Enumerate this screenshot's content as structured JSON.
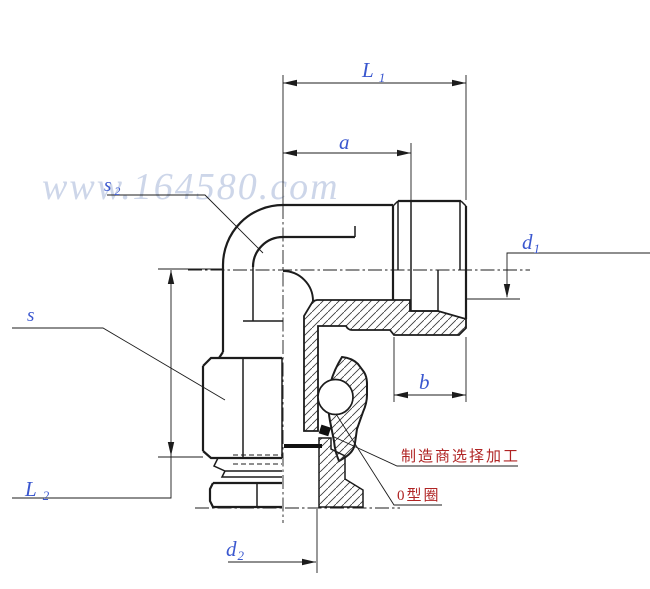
{
  "watermark": {
    "text": "www.164580.com"
  },
  "dimension_labels": {
    "L1": {
      "base": "L",
      "sub": "1"
    },
    "a": {
      "base": "a",
      "sub": ""
    },
    "s2": {
      "base": "s",
      "sub": "2"
    },
    "d1": {
      "base": "d",
      "sub": "1"
    },
    "s": {
      "base": "s",
      "sub": ""
    },
    "b": {
      "base": "b",
      "sub": ""
    },
    "L2": {
      "base": "L",
      "sub": "2"
    },
    "d2": {
      "base": "d",
      "sub": "2"
    }
  },
  "annotations": {
    "manufacturer_note": "制造商选择加工",
    "oring_label": "0型圈"
  },
  "colors": {
    "line": "#1c1c1c",
    "dimension_text": "#3a57cf",
    "annotation_text": "#b02424",
    "watermark": "#bdc9e2"
  }
}
